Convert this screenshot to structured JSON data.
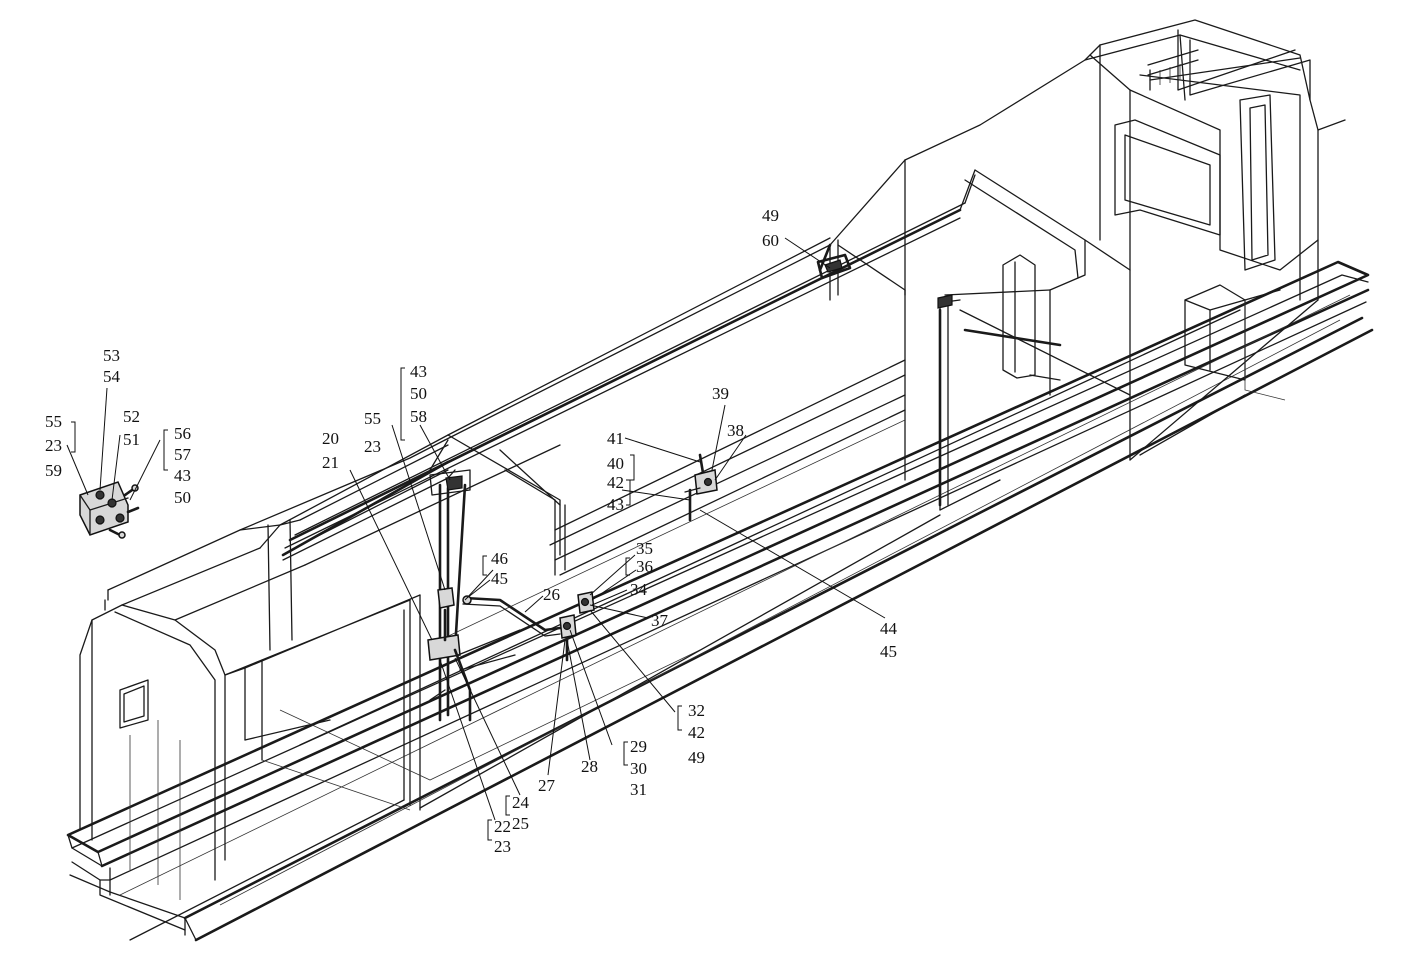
{
  "labels": [
    {
      "id": "l49a",
      "text": "49"
    },
    {
      "id": "l60",
      "text": "60"
    },
    {
      "id": "l53",
      "text": "53"
    },
    {
      "id": "l54",
      "text": "54"
    },
    {
      "id": "l55a",
      "text": "55"
    },
    {
      "id": "l23a",
      "text": "23"
    },
    {
      "id": "l59",
      "text": "59"
    },
    {
      "id": "l52",
      "text": "52"
    },
    {
      "id": "l51",
      "text": "51"
    },
    {
      "id": "l56",
      "text": "56"
    },
    {
      "id": "l57",
      "text": "57"
    },
    {
      "id": "l43a",
      "text": "43"
    },
    {
      "id": "l50a",
      "text": "50"
    },
    {
      "id": "l43b",
      "text": "43"
    },
    {
      "id": "l50b",
      "text": "50"
    },
    {
      "id": "l58",
      "text": "58"
    },
    {
      "id": "l55b",
      "text": "55"
    },
    {
      "id": "l23b",
      "text": "23"
    },
    {
      "id": "l20",
      "text": "20"
    },
    {
      "id": "l21",
      "text": "21"
    },
    {
      "id": "l39",
      "text": "39"
    },
    {
      "id": "l38",
      "text": "38"
    },
    {
      "id": "l41",
      "text": "41"
    },
    {
      "id": "l40",
      "text": "40"
    },
    {
      "id": "l42a",
      "text": "42"
    },
    {
      "id": "l43c",
      "text": "43"
    },
    {
      "id": "l46",
      "text": "46"
    },
    {
      "id": "l45a",
      "text": "45"
    },
    {
      "id": "l35",
      "text": "35"
    },
    {
      "id": "l36",
      "text": "36"
    },
    {
      "id": "l34",
      "text": "34"
    },
    {
      "id": "l26",
      "text": "26"
    },
    {
      "id": "l37",
      "text": "37"
    },
    {
      "id": "l44",
      "text": "44"
    },
    {
      "id": "l45b",
      "text": "45"
    },
    {
      "id": "l32",
      "text": "32"
    },
    {
      "id": "l42b",
      "text": "42"
    },
    {
      "id": "l49b",
      "text": "49"
    },
    {
      "id": "l29",
      "text": "29"
    },
    {
      "id": "l30",
      "text": "30"
    },
    {
      "id": "l31",
      "text": "31"
    },
    {
      "id": "l28",
      "text": "28"
    },
    {
      "id": "l27",
      "text": "27"
    },
    {
      "id": "l24",
      "text": "24"
    },
    {
      "id": "l25",
      "text": "25"
    },
    {
      "id": "l22",
      "text": "22"
    },
    {
      "id": "l23c",
      "text": "23"
    }
  ]
}
